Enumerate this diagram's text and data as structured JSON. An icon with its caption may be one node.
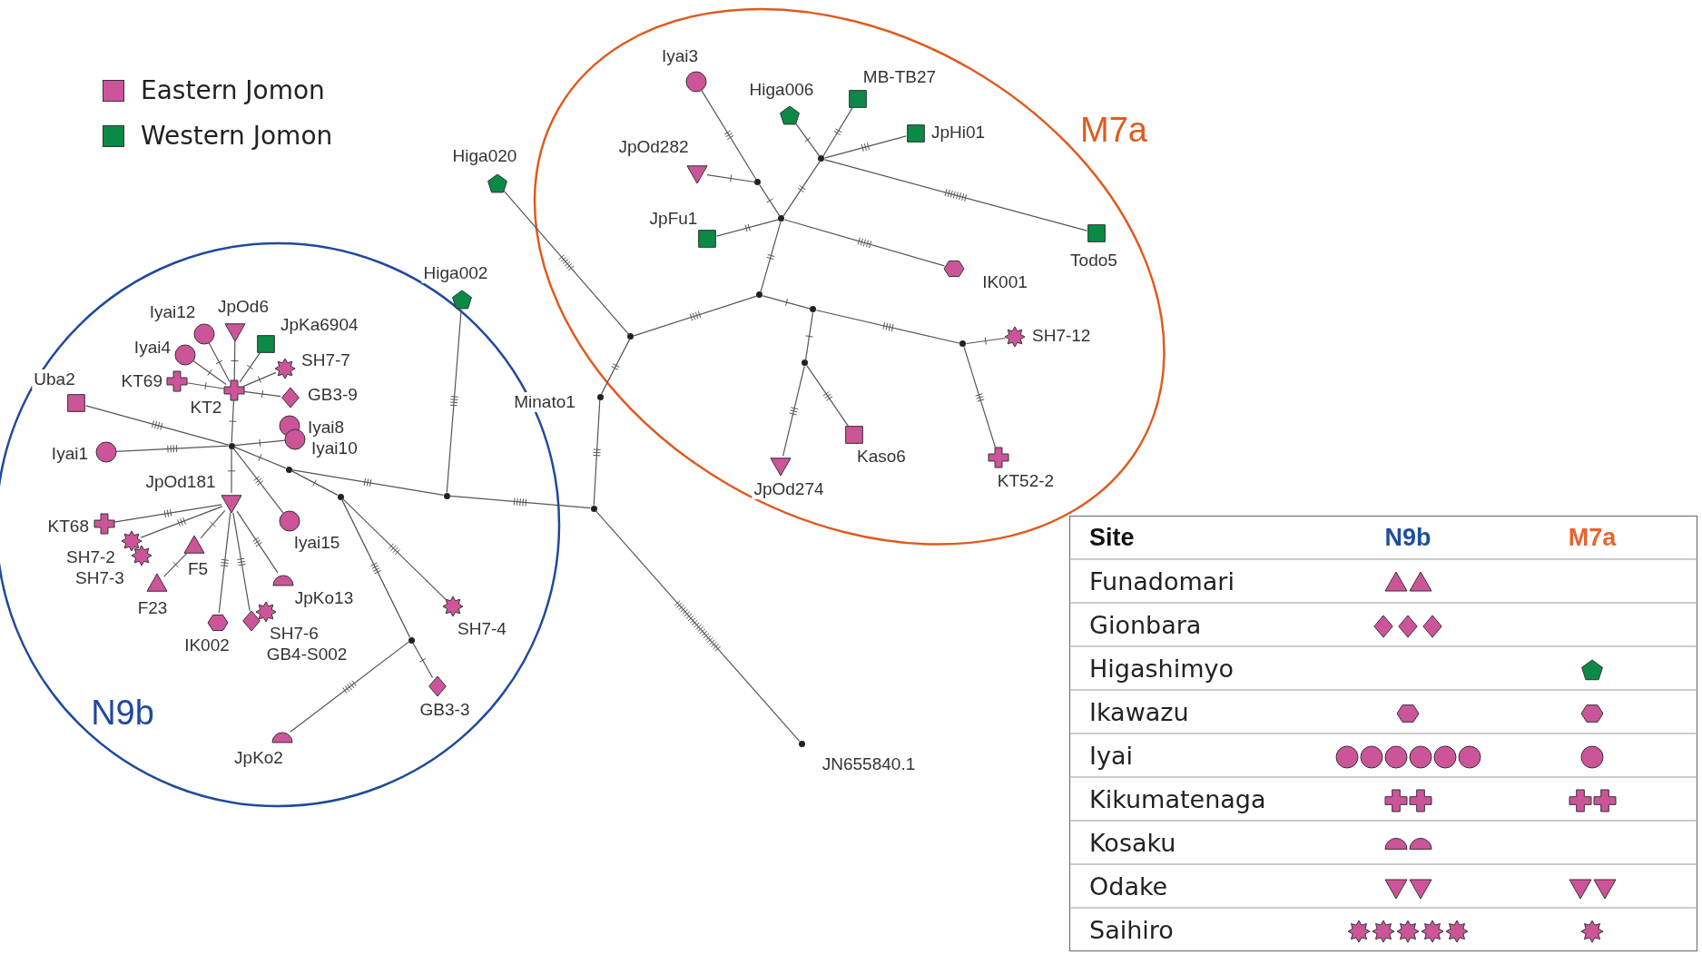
{
  "diagram": {
    "nodes": [
      {
        "text": [
          "N9b"
        ]
      },
      {
        "text": [
          "M7a"
        ]
      },
      {
        "text": [],
        "shape": "cross",
        "beside": [
          "KT2"
        ],
        "in": 0
      },
      {
        "text": [],
        "shape": "triangle",
        "beside": [
          "JpOd6"
        ],
        "in": 0
      },
      {
        "text": [],
        "shape": "circle",
        "beside": [
          "Iyai12"
        ],
        "in": 0
      },
      {
        "text": [],
        "shape": "circle",
        "beside": [
          "Iyai4"
        ],
        "in": 0
      },
      {
        "text": [],
        "shape": "square",
        "beside": [
          "JpKa6904"
        ],
        "in": 0
      },
      {
        "text": [],
        "shape": "star",
        "beside": [
          "SH7-7"
        ],
        "in": 0
      },
      {
        "text": [],
        "shape": "cross",
        "beside": [
          "KT69"
        ],
        "in": 0
      },
      {
        "text": [],
        "shape": "diamond",
        "beside": [
          "GB3-9"
        ],
        "in": 0
      },
      {
        "text": [],
        "shape": "square",
        "beside": [
          "Uba2"
        ],
        "in": 0
      },
      {
        "text": [],
        "shape": "dot",
        "in": 0
      },
      {
        "text": [],
        "shape": "circle",
        "beside": [
          "Iyai1"
        ],
        "in": 0
      },
      {
        "text": [],
        "shape": "circle",
        "beside": [
          "Iyai8"
        ],
        "in": 0
      },
      {
        "text": [],
        "shape": "circle",
        "beside": [
          "Iyai10"
        ],
        "in": 0
      },
      {
        "text": [],
        "shape": "triangle",
        "beside": [
          "JpOd181"
        ],
        "in": 0
      },
      {
        "text": [],
        "shape": "cross",
        "beside": [
          "KT68"
        ],
        "in": 0
      },
      {
        "text": [],
        "shape": "star",
        "beside": [
          "SH7-2"
        ],
        "in": 0
      },
      {
        "text": [],
        "shape": "star",
        "beside": [
          "SH7-3"
        ],
        "in": 0
      },
      {
        "text": [],
        "shape": "triangle",
        "beside": [
          "F5"
        ],
        "in": 0
      },
      {
        "text": [],
        "shape": "triangle",
        "beside": [
          "F23"
        ],
        "in": 0
      },
      {
        "text": [],
        "shape": "hexagon",
        "beside": [
          "IK002"
        ],
        "in": 0
      },
      {
        "text": [],
        "shape": "diamond",
        "beside": [
          "GB4-S002"
        ],
        "in": 0
      },
      {
        "text": [],
        "shape": "star",
        "beside": [
          "SH7-6"
        ],
        "in": 0
      },
      {
        "text": [],
        "shape": "semicircle",
        "beside": [
          "JpKo13"
        ],
        "in": 0
      },
      {
        "text": [],
        "shape": "circle",
        "beside": [
          "Iyai15"
        ],
        "in": 0
      },
      {
        "text": [],
        "shape": "dot",
        "in": 0
      },
      {
        "text": [],
        "shape": "dot",
        "in": 0
      },
      {
        "text": [],
        "shape": "star",
        "beside": [
          "SH7-4"
        ],
        "in": 0
      },
      {
        "text": [],
        "shape": "dot",
        "in": 0
      },
      {
        "text": [],
        "shape": "diamond",
        "beside": [
          "GB3-3"
        ],
        "in": 0
      },
      {
        "text": [],
        "shape": "semicircle",
        "beside": [
          "JpKo2"
        ],
        "in": 0
      },
      {
        "text": [],
        "shape": "dot",
        "in": 0
      },
      {
        "text": [],
        "shape": "pentagon",
        "beside": [
          "Higa002"
        ]
      },
      {
        "text": [],
        "shape": "pentagon",
        "beside": [
          "Higa020"
        ]
      },
      {
        "text": [],
        "shape": "dot"
      },
      {
        "text": [],
        "shape": "dot",
        "beside": [
          "Minato1"
        ]
      },
      {
        "text": [],
        "shape": "dot",
        "beside": [
          "JN655840.1"
        ]
      },
      {
        "text": [],
        "shape": "circle",
        "beside": [
          "Iyai3"
        ],
        "in": 1
      },
      {
        "text": [],
        "shape": "pentagon",
        "beside": [
          "Higa006"
        ],
        "in": 1
      },
      {
        "text": [],
        "shape": "square",
        "beside": [
          "MB-TB27"
        ],
        "in": 1
      },
      {
        "text": [],
        "shape": "square",
        "beside": [
          "JpHi01"
        ],
        "in": 1
      },
      {
        "text": [],
        "shape": "dot",
        "in": 1
      },
      {
        "text": [],
        "shape": "square",
        "beside": [
          "Todo5"
        ],
        "in": 1
      },
      {
        "text": [],
        "shape": "triangle",
        "beside": [
          "JpOd282"
        ],
        "in": 1
      },
      {
        "text": [],
        "shape": "dot",
        "in": 1
      },
      {
        "text": [],
        "shape": "dot",
        "in": 1
      },
      {
        "text": [],
        "shape": "square",
        "beside": [
          "JpFu1"
        ],
        "in": 1
      },
      {
        "text": [],
        "shape": "hexagon",
        "beside": [
          "IK001"
        ],
        "in": 1
      },
      {
        "text": [],
        "shape": "dot",
        "in": 1
      },
      {
        "text": [],
        "shape": "dot",
        "in": 1
      },
      {
        "text": [],
        "shape": "dot",
        "in": 1
      },
      {
        "text": [],
        "shape": "star",
        "beside": [
          "SH7-12"
        ],
        "in": 1
      },
      {
        "text": [],
        "shape": "dot",
        "in": 1
      },
      {
        "text": [],
        "shape": "triangle",
        "beside": [
          "JpOd274"
        ],
        "in": 1
      },
      {
        "text": [],
        "shape": "square",
        "beside": [
          "Kaso6"
        ],
        "in": 1
      },
      {
        "text": [],
        "shape": "cross",
        "beside": [
          "KT52-2"
        ],
        "in": 1
      },
      {
        "text": [],
        "shape": "dot",
        "in": 1
      }
    ],
    "edges": [
      {
        "from": 3,
        "to": 2,
        "arrow": "none"
      },
      {
        "from": 4,
        "to": 2,
        "arrow": "none"
      },
      {
        "from": 5,
        "to": 2,
        "arrow": "none"
      },
      {
        "from": 6,
        "to": 2,
        "arrow": "none"
      },
      {
        "from": 7,
        "to": 2,
        "arrow": "none"
      },
      {
        "from": 8,
        "to": 2,
        "arrow": "none"
      },
      {
        "from": 9,
        "to": 2,
        "arrow": "none"
      },
      {
        "from": 2,
        "to": 11,
        "arrow": "none"
      },
      {
        "from": 10,
        "to": 11,
        "arrow": "none"
      },
      {
        "from": 12,
        "to": 11,
        "arrow": "none"
      },
      {
        "from": 14,
        "to": 11,
        "arrow": "none"
      },
      {
        "from": 11,
        "to": 15,
        "arrow": "none"
      },
      {
        "from": 15,
        "to": 16,
        "arrow": "none"
      },
      {
        "from": 15,
        "to": 17,
        "arrow": "none"
      },
      {
        "from": 15,
        "to": 19,
        "arrow": "none"
      },
      {
        "from": 19,
        "to": 20,
        "arrow": "none"
      },
      {
        "from": 15,
        "to": 21,
        "arrow": "none"
      },
      {
        "from": 15,
        "to": 22,
        "arrow": "none"
      },
      {
        "from": 15,
        "to": 24,
        "arrow": "none"
      },
      {
        "from": 11,
        "to": 25,
        "arrow": "none"
      },
      {
        "from": 11,
        "to": 26,
        "arrow": "none"
      },
      {
        "from": 26,
        "to": 32,
        "arrow": "none"
      },
      {
        "from": 26,
        "to": 27,
        "arrow": "none"
      },
      {
        "from": 27,
        "to": 28,
        "arrow": "none"
      },
      {
        "from": 27,
        "to": 29,
        "arrow": "none"
      },
      {
        "from": 29,
        "to": 30,
        "arrow": "none"
      },
      {
        "from": 29,
        "to": 31,
        "arrow": "none"
      },
      {
        "from": 32,
        "to": 33,
        "arrow": "none"
      },
      {
        "from": 32,
        "to": 35,
        "arrow": "none"
      },
      {
        "from": 35,
        "to": 36,
        "arrow": "none"
      },
      {
        "from": 35,
        "to": 37,
        "arrow": "none"
      },
      {
        "from": 36,
        "to": 57,
        "arrow": "none"
      },
      {
        "from": 57,
        "to": 34,
        "arrow": "none"
      },
      {
        "from": 57,
        "to": 49,
        "arrow": "none"
      },
      {
        "from": 49,
        "to": 46,
        "arrow": "none"
      },
      {
        "from": 46,
        "to": 47,
        "arrow": "none"
      },
      {
        "from": 46,
        "to": 48,
        "arrow": "none"
      },
      {
        "from": 46,
        "to": 45,
        "arrow": "none"
      },
      {
        "from": 45,
        "to": 38,
        "arrow": "none"
      },
      {
        "from": 45,
        "to": 44,
        "arrow": "none"
      },
      {
        "from": 46,
        "to": 42,
        "arrow": "none"
      },
      {
        "from": 42,
        "to": 39,
        "arrow": "none"
      },
      {
        "from": 42,
        "to": 40,
        "arrow": "none"
      },
      {
        "from": 42,
        "to": 41,
        "arrow": "none"
      },
      {
        "from": 42,
        "to": 43,
        "arrow": "none"
      },
      {
        "from": 49,
        "to": 50,
        "arrow": "none"
      },
      {
        "from": 50,
        "to": 51,
        "arrow": "none"
      },
      {
        "from": 51,
        "to": 52,
        "arrow": "none"
      },
      {
        "from": 51,
        "to": 56,
        "arrow": "none"
      },
      {
        "from": 50,
        "to": 53,
        "arrow": "none"
      },
      {
        "from": 53,
        "to": 54,
        "arrow": "none"
      },
      {
        "from": 53,
        "to": 55,
        "arrow": "none"
      }
    ],
    "labels": [
      "Site",
      "N9b",
      "M7a",
      "Funadomari",
      "Gionbara",
      "Higashimyo",
      "Ikawazu",
      "Iyai",
      "Kikumatenaga",
      "Kosaku",
      "Odake",
      "Saihiro"
    ],
    "legend": [
      {
        "text": "Eastern Jomon",
        "color": "#cc5599"
      },
      {
        "text": "Western Jomon",
        "color": "#0b8a45"
      }
    ]
  }
}
